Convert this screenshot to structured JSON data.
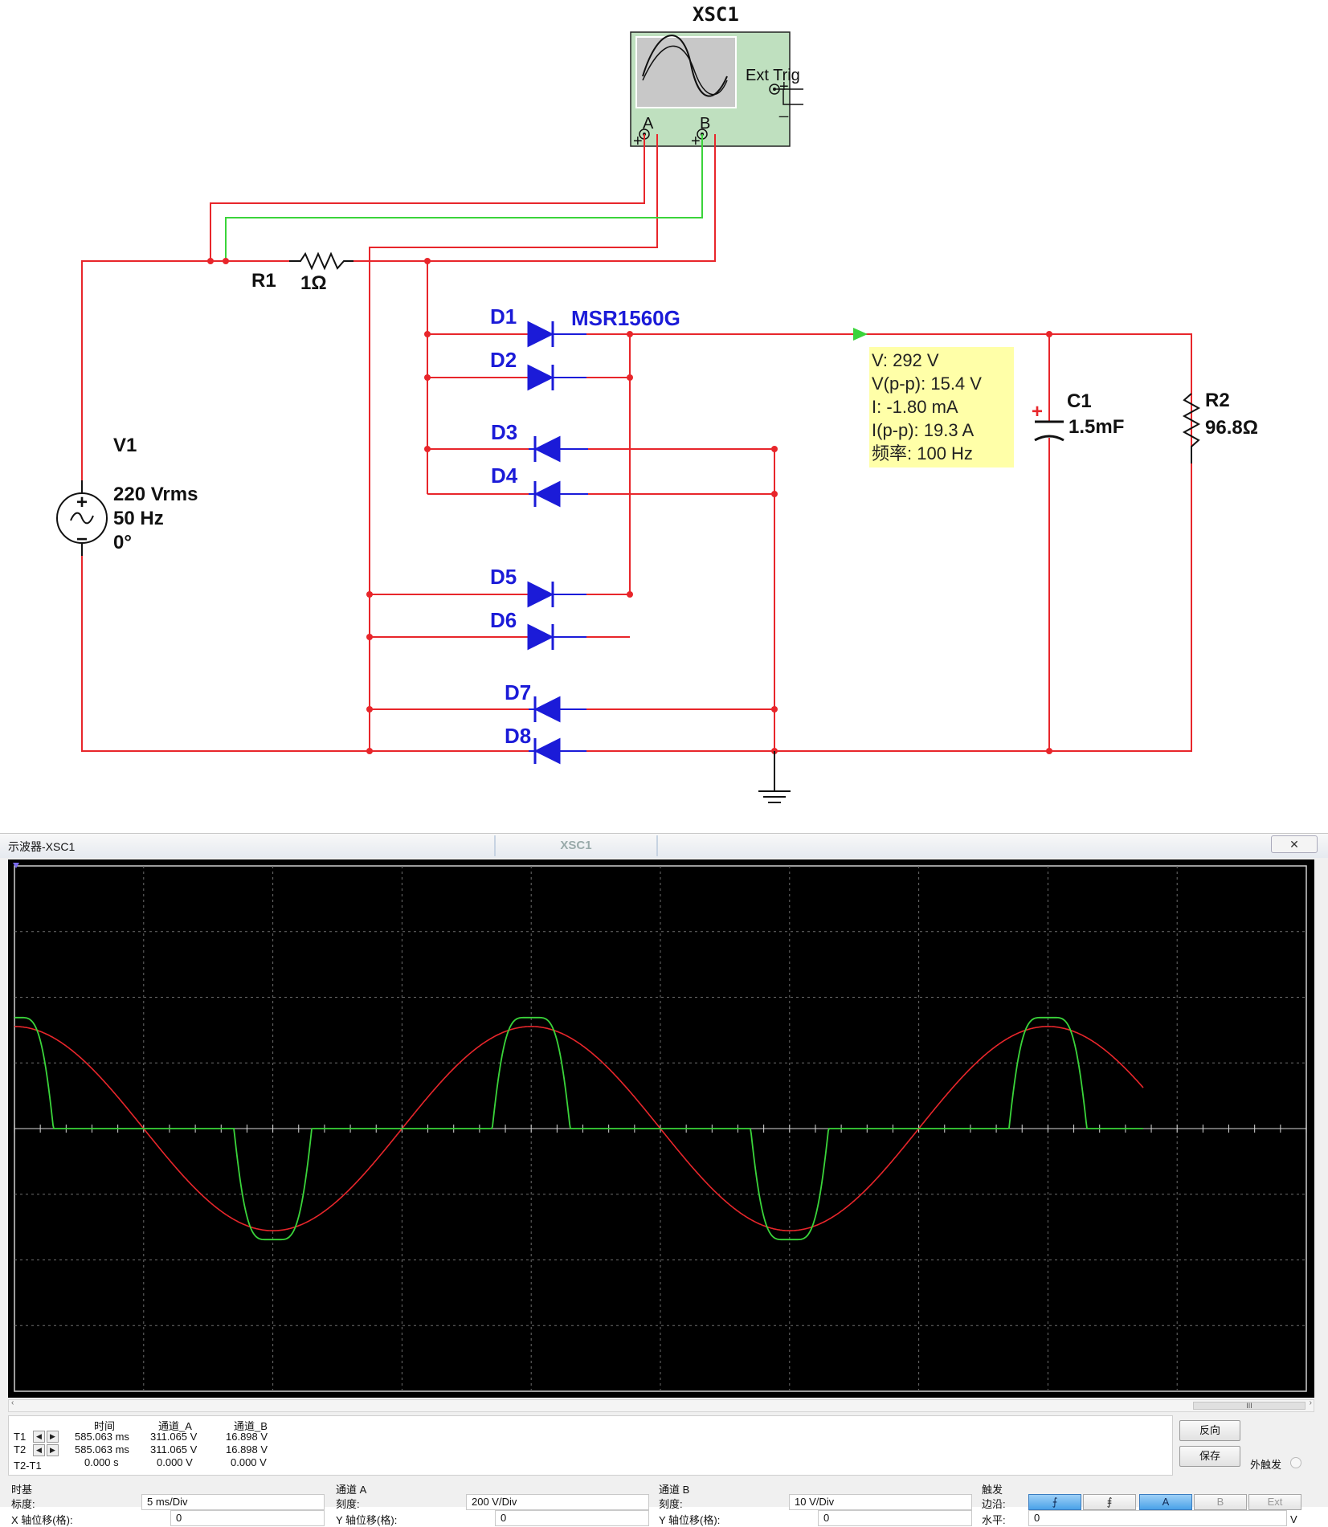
{
  "schematic": {
    "oscilloscope": {
      "name": "XSC1",
      "ext_trig": "Ext Trig",
      "ch_a": "A",
      "ch_b": "B",
      "plus": "+",
      "minus": "_"
    },
    "r1": {
      "name": "R1",
      "value": "1Ω"
    },
    "v1": {
      "name": "V1",
      "amplitude": "220 Vrms",
      "frequency": "50 Hz",
      "phase": "0°",
      "plus": "+",
      "minus": "−"
    },
    "diodes": [
      "D1",
      "D2",
      "D3",
      "D4",
      "D5",
      "D6",
      "D7",
      "D8"
    ],
    "diode_model": "MSR1560G",
    "c1": {
      "name": "C1",
      "value": "1.5mF",
      "plus": "+"
    },
    "r2": {
      "name": "R2",
      "value": "96.8Ω"
    },
    "probe": {
      "lines": [
        "V: 292 V",
        " V(p-p): 15.4 V",
        "I: -1.80 mA",
        " I(p-p): 19.3 A",
        "频率: 100 Hz"
      ]
    },
    "colors": {
      "wire_red": "#e8262b",
      "wire_green": "#3ad43a",
      "diode_blue": "#1b1bd8",
      "probe_bg": "#ffffa8",
      "scope_body": "#bfe0bf"
    }
  },
  "scope": {
    "title": "示波器-XSC1",
    "tab": "XSC1",
    "close": "✕",
    "scroll_thumb": "III",
    "readout": {
      "headers": [
        "时间",
        "通道_A",
        "通道_B"
      ],
      "rows": [
        {
          "label": "T1",
          "time": "585.063 ms",
          "a": "311.065 V",
          "b": "16.898 V"
        },
        {
          "label": "T2",
          "time": "585.063 ms",
          "a": "311.065 V",
          "b": "16.898 V"
        },
        {
          "label": "T2-T1",
          "time": "0.000 s",
          "a": "0.000 V",
          "b": "0.000 V"
        }
      ]
    },
    "buttons": {
      "reverse": "反向",
      "save": "保存",
      "ext_trigger": "外触发"
    },
    "timebase": {
      "title": "时基",
      "scale_label": "标度:",
      "scale": "5 ms/Div",
      "xpos_label": "X 轴位移(格):",
      "xpos": "0"
    },
    "channel_a": {
      "title": "通道 A",
      "scale_label": "刻度:",
      "scale": "200  V/Div",
      "ypos_label": "Y 轴位移(格):",
      "ypos": "0"
    },
    "channel_b": {
      "title": "通道 B",
      "scale_label": "刻度:",
      "scale": "10  V/Div",
      "ypos_label": "Y 轴位移(格):",
      "ypos": "0"
    },
    "trigger": {
      "title": "触发",
      "edge_label": "边沿:",
      "level_label": "水平:",
      "level": "0",
      "level_unit": "V",
      "edge_rise": "⨍",
      "edge_fall": "⨎",
      "src_a": "A",
      "src_b": "B",
      "src_ext": "Ext"
    },
    "chart_data": {
      "type": "line",
      "x_div_ms": 5,
      "divisions_x": 10,
      "divisions_y": 8,
      "series": [
        {
          "id": "channel_a",
          "color": "#e8262b",
          "amplitude_v": 311,
          "frequency_hz": 50,
          "volts_per_div": 200
        },
        {
          "id": "channel_b",
          "color": "#3ad43a",
          "peak_v": 16.9,
          "volts_per_div": 10
        }
      ]
    }
  }
}
